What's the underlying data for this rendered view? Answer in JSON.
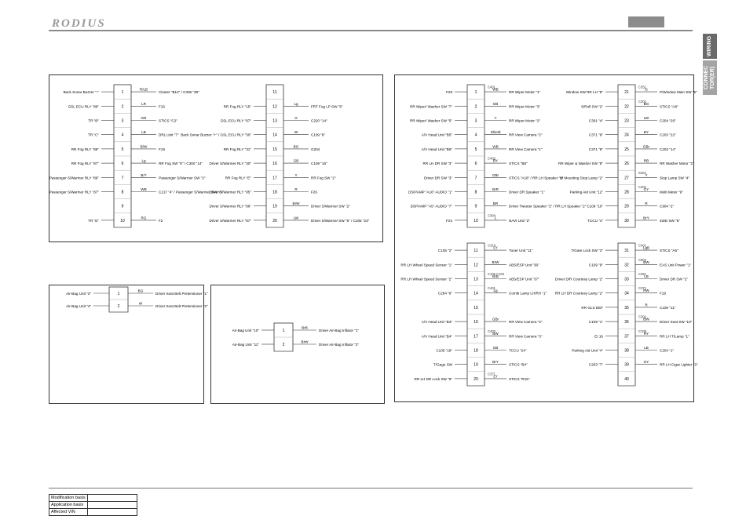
{
  "header": {
    "brand": "RODIUS"
  },
  "side_tabs": {
    "wiring": "WIRING",
    "connector": "CONNEC TOR(ER)"
  },
  "footer": {
    "rows": [
      "Modification basis",
      "Application basis",
      "Affected VIN"
    ]
  },
  "colors": {
    "accent": "#8c8c8c",
    "line": "#333333",
    "tab_dark": "#6a6a6a",
    "tab_light": "#a4a4a4"
  },
  "panels": {
    "top_left": {
      "left_connector": {
        "pins": [
          {
            "n": "1",
            "wire": "R/LB",
            "dest": "Cluster \"B12\" / C305 \"38\"",
            "label": "Back Sonar Buzzer \"-\""
          },
          {
            "n": "2",
            "wire": "LR",
            "dest": "F16",
            "label": "GSL ECU RLY \"86\""
          },
          {
            "n": "3",
            "wire": "GR",
            "dest": "STICS \"C2\"",
            "label": "TR \"B\""
          },
          {
            "n": "4",
            "wire": "LB",
            "dest": "DRL Unit \"7\"",
            "label": "TR \"C\""
          },
          {
            "n": "5",
            "wire": "B/W",
            "dest": "F19",
            "label": "RR Fog RLY \"86\""
          },
          {
            "n": "6",
            "wire": "Lg",
            "dest": "RR Fog SW \"6\" / C300 \"14\"",
            "label": "RR Fog RLY \"87\""
          },
          {
            "n": "7",
            "wire": "B/Y",
            "dest": "Passenger S/Warmer SW \"2\"",
            "label": "Passenger S/Warmer RLY \"86\""
          },
          {
            "n": "8",
            "wire": "WB",
            "dest": "C217 \"4\" / Passenger S/Warmer SW \"6\"",
            "label": "Passenger S/Warmer RLY \"87\""
          },
          {
            "n": "9",
            "wire": "",
            "dest": "",
            "label": ""
          },
          {
            "n": "10",
            "wire": "RG",
            "dest": "F2",
            "label": "TR \"E\""
          }
        ]
      },
      "right_connector": {
        "pins": [
          {
            "n": "11",
            "wire": "",
            "dest": "",
            "label": ""
          },
          {
            "n": "12",
            "wire": "Lg",
            "dest": "FRT Fog LP SW \"5\"",
            "label": "RR Fog RLY \"15\""
          },
          {
            "n": "13",
            "wire": "G",
            "dest": "C220 \"14\"",
            "label": "GSL ECU RLY \"87\""
          },
          {
            "n": "14",
            "wire": "W",
            "dest": "C109 \"6\"",
            "label": "Back Sonar Buzzer \"+\" / GSL ECU RLY \"30\""
          },
          {
            "n": "15",
            "wire": "BG",
            "dest": "G204",
            "label": "RR Fog RLY \"31\""
          },
          {
            "n": "16",
            "wire": "GB",
            "dest": "C109 \"16\"",
            "label": "Driver S/Warmer RLY \"30\""
          },
          {
            "n": "17",
            "wire": "Y",
            "dest": "RR Fog SW \"2\"",
            "label": "RR Fog RLY \"E\""
          },
          {
            "n": "18",
            "wire": "R",
            "dest": "F26",
            "label": "Driver S/Warmer RLY \"85\""
          },
          {
            "n": "19",
            "wire": "BrW",
            "dest": "Driver S/Warmer SW \"2\"",
            "label": "Driver S/Warmer RLY \"86\""
          },
          {
            "n": "20",
            "wire": "LW",
            "dest": "Driver S/Warmer SW \"6\" / C205 \"23\"",
            "label": "Driver S/Warmer RLY \"87\""
          }
        ]
      }
    },
    "mid_left": {
      "pins": [
        {
          "n": "1",
          "wire": "BG",
          "dest": "Driver Seat Belt Pretensioner \"1\"",
          "label": "Air-Bag Unit \"3\""
        },
        {
          "n": "2",
          "wire": "W",
          "dest": "Driver Seat Belt Pretensioner \"2\"",
          "label": "Air-Bag Unit \"4\""
        }
      ]
    },
    "mid_right": {
      "pins": [
        {
          "n": "1",
          "wire": "BrB",
          "dest": "Driver Air-Bag Inflator \"1\"",
          "label": "Air-Bag Unit \"10\""
        },
        {
          "n": "2",
          "wire": "BrW",
          "dest": "Driver Air-Bag Inflator \"2\"",
          "label": "Air-Bag Unit \"11\""
        }
      ]
    },
    "right": {
      "block_a": {
        "pins": [
          {
            "n": "1",
            "wire": "WB",
            "dest": "RR Wiper Motor \"1\"",
            "label": "F28",
            "note": "C401"
          },
          {
            "n": "2",
            "wire": "GB",
            "dest": "RR Wiper Motor \"3\"",
            "label": "RR Wiper/ Washer SW \"7\""
          },
          {
            "n": "3",
            "wire": "Y",
            "dest": "RR Wiper Motor \"2\"",
            "label": "RR Wiper/ Washer SW \"5\""
          },
          {
            "n": "4",
            "wire": "Shield",
            "dest": "RR View Camera \"2\"",
            "label": "A/V Head Unit \"B5\""
          },
          {
            "n": "5",
            "wire": "WB",
            "dest": "RR View Camera \"1\"",
            "label": "A/V Head Unit \"B6\""
          },
          {
            "n": "6",
            "wire": "BY",
            "dest": "STICS \"B8\"",
            "label": "RR LH DR SW \"3\"",
            "note": "C402"
          },
          {
            "n": "7",
            "wire": "GBr",
            "dest": "STICS \"A18\" / RR LH Speaker \"1\"",
            "label": "Driver DR SW \"3\""
          },
          {
            "n": "8",
            "wire": "BrR",
            "dest": "Driver DR Speaker \"1\"",
            "label": "DSP/AMP \"A16\" AUDIO \"1\""
          },
          {
            "n": "9",
            "wire": "BR",
            "dest": "Driver Tweeter Speaker \"2\" / RR LH Speaker \"2\"",
            "label": "DSP/AMP \"A5\" AUDIO \"7\""
          },
          {
            "n": "10",
            "wire": "L",
            "dest": "NAVI Unit \"2\"",
            "label": "F24",
            "note": "C304"
          }
        ]
      },
      "block_b": {
        "pins": [
          {
            "n": "21",
            "wire": "G",
            "dest": "P/Window Main SW \"5\"",
            "label": "Window SW RR LH \"8\"",
            "note": "C351"
          },
          {
            "n": "22",
            "wire": "BG",
            "dest": "STICS \"A8\"",
            "label": "S/Roll SW \"2\"",
            "note": "C301"
          },
          {
            "n": "23",
            "wire": "LW",
            "dest": "C204 \"26\"",
            "label": "C301 \"4\""
          },
          {
            "n": "24",
            "wire": "BY",
            "dest": "C203 \"22\"",
            "label": "C371 \"9\""
          },
          {
            "n": "25",
            "wire": "GBr",
            "dest": "C203 \"14\"",
            "label": "C371 \"8\""
          },
          {
            "n": "26",
            "wire": "RB",
            "dest": "RR Washer Motor \"2\"",
            "label": "RR Wiper & Washer SW \"8\""
          },
          {
            "n": "27",
            "wire": "Y",
            "dest": "Stop Lamp SW \"4\"",
            "label": "Hi Mounting Stop Lamp \"2\"",
            "note": "S202"
          },
          {
            "n": "28",
            "wire": "GY",
            "dest": "Multi Meter \"9\"",
            "label": "Parking Aid Unit \"12\"",
            "note": "C201"
          },
          {
            "n": "29",
            "wire": "R",
            "dest": "C904 \"2\"",
            "label": "C109 \"10\""
          },
          {
            "n": "30",
            "wire": "BrY",
            "dest": "4WD SW \"6\"",
            "label": "TCCU \"4\""
          }
        ]
      },
      "block_c": {
        "pins": [
          {
            "n": "11",
            "wire": "LY",
            "dest": "Tuner Unit \"11\"",
            "label": "C105 \"2\"",
            "note": "C319"
          },
          {
            "n": "12",
            "wire": "BrW",
            "dest": "ABS/ESP Unit \"36\"",
            "label": "RR LH Wheel Speed Sensor \"1\""
          },
          {
            "n": "13",
            "wire": "BrB",
            "dest": "ABS/ESP Unit \"37\"",
            "label": "RR LH Wheel Speed Sensor \"2\"",
            "note": "C105 C102"
          },
          {
            "n": "14",
            "wire": "Lg",
            "dest": "Combi Lamp LH/RH \"1\"",
            "label": "C264 \"6\"",
            "note": "C401"
          },
          {
            "n": "15",
            "wire": "",
            "dest": "",
            "label": ""
          },
          {
            "n": "16",
            "wire": "GBr",
            "dest": "RR View Camera \"4\"",
            "label": "A/V Head Unit \"B3\""
          },
          {
            "n": "17",
            "wire": "BW",
            "dest": "RR View Camera \"3\"",
            "label": "A/V Head Unit \"B4\"",
            "note": "C402"
          },
          {
            "n": "18",
            "wire": "GB",
            "dest": "TCCU \"24\"",
            "label": "C105 \"18\""
          },
          {
            "n": "19",
            "wire": "BrY",
            "dest": "STICS \"B4\"",
            "label": "T/Gage SW"
          },
          {
            "n": "20",
            "wire": "LY",
            "dest": "STICS \"R15\"",
            "label": "RR LH DR Lock SW \"5\"",
            "note": "C371"
          }
        ]
      },
      "block_d": {
        "pins": [
          {
            "n": "31",
            "wire": "LgB",
            "dest": "STICS \"A5\"",
            "label": "T/Gate Lock SW \"3\"",
            "note": "C401"
          },
          {
            "n": "32",
            "wire": "BW",
            "dest": "EAS Unit Power \"1\"",
            "label": "C109 \"9\"",
            "note": "C904"
          },
          {
            "n": "33",
            "wire": "LB",
            "dest": "Driver DR SW \"2\"",
            "label": "Driver D/R Courtesy Lamp \"2\"",
            "note": "C351"
          },
          {
            "n": "34",
            "wire": "RW",
            "dest": "F19",
            "label": "RR LH DR Courtesy Lamp \"2\"",
            "note": "C371"
          },
          {
            "n": "35",
            "wire": "R",
            "dest": "C109 \"11\"",
            "label": "RR GLS DEF"
          },
          {
            "n": "36",
            "wire": "BW",
            "dest": "Driver Seat SW \"10\"",
            "label": "C109 \"1\"",
            "note": "C301"
          },
          {
            "n": "37",
            "wire": "RY",
            "dest": "RR LH T/Lamp \"1\"",
            "label": "EI 16",
            "note": "C105"
          },
          {
            "n": "38",
            "wire": "LB",
            "dest": "C204 \"1\"",
            "label": "Parking Aid Unit \"4\""
          },
          {
            "n": "39",
            "wire": "GY",
            "dest": "RR LH Cigar Lighter \"3\"",
            "label": "C203 \"7\""
          },
          {
            "n": "40",
            "wire": "",
            "dest": "",
            "label": ""
          }
        ]
      }
    }
  }
}
